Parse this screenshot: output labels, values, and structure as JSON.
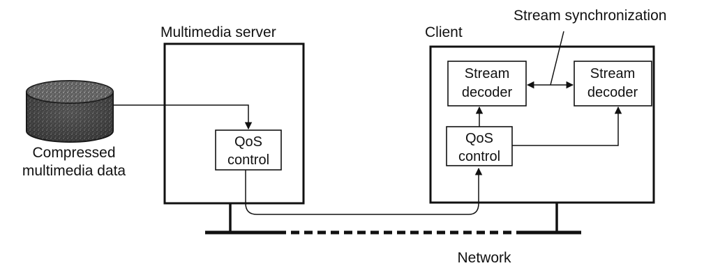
{
  "labels": {
    "stream_sync": "Stream synchronization",
    "server": "Multimedia server",
    "client": "Client",
    "data_line1": "Compressed",
    "data_line2": "multimedia data",
    "network": "Network"
  },
  "server_box": {
    "qos_line1": "QoS",
    "qos_line2": "control"
  },
  "client_box": {
    "qos_line1": "QoS",
    "qos_line2": "control",
    "decoder_left_line1": "Stream",
    "decoder_left_line2": "decoder",
    "decoder_right_line1": "Stream",
    "decoder_right_line2": "decoder"
  },
  "colors": {
    "ink": "#111111",
    "background": "#ffffff"
  }
}
